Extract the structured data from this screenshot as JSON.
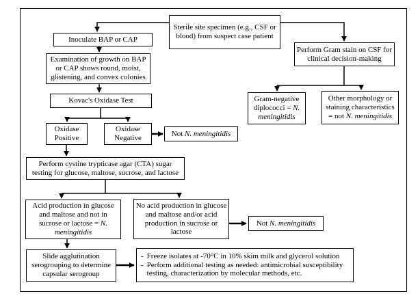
{
  "diagram": {
    "kind": "flowchart",
    "border_color": "#000000",
    "background_color": "#ffffff",
    "bullet_marker": "-",
    "boxes": {
      "sterile_specimen": {
        "text": "Sterile site specimen (e.g., CSF or blood) from suspect case patient"
      },
      "inoculate": {
        "text": "Inoculate BAP or CAP"
      },
      "gram_stain": {
        "text": "Perform Gram stain on CSF for clinical decision-making"
      },
      "examination": {
        "text": "Examination of growth on BAP or CAP shows round, moist, glistening, and convex colonies"
      },
      "kovac": {
        "text": "Kovac's Oxidase Test"
      },
      "oxidase_positive": {
        "text": "Oxidase Positive"
      },
      "oxidase_negative": {
        "text": "Oxidase Negative"
      },
      "not_meningitidis_1": {
        "prefix": "Not ",
        "italic": "N. meningitidis"
      },
      "gram_negative": {
        "prefix": "Gram-negative diplococci = ",
        "italic": "N. meningitidis"
      },
      "other_morphology": {
        "prefix": "Other morphology or staining characteristics = not ",
        "italic": "N. meningitidis"
      },
      "cta_sugar": {
        "text": "Perform cystine trypticase agar (CTA) sugar testing for glucose, maltose, sucrose, and lactose"
      },
      "acid_production": {
        "prefix": "Acid production in glucose and maltose and not in sucrose or lactose = ",
        "italic": "N. meningitidis"
      },
      "no_acid_production": {
        "text": "No acid production in glucose and maltose and/or acid production in sucrose or lactose"
      },
      "not_meningitidis_2": {
        "prefix": "Not ",
        "italic": "N. meningitidis"
      },
      "slide_agglutination": {
        "text": "Slide agglutination serogrouping to determine capsular serogroup"
      },
      "storage_notes": {
        "bullets": [
          "Freeze isolates at -70°C in 10% skim milk and glycerol solution",
          "Perform additional testing as needed: antimicrobial susceptibility testing, characterization by molecular methods, etc."
        ]
      }
    }
  }
}
